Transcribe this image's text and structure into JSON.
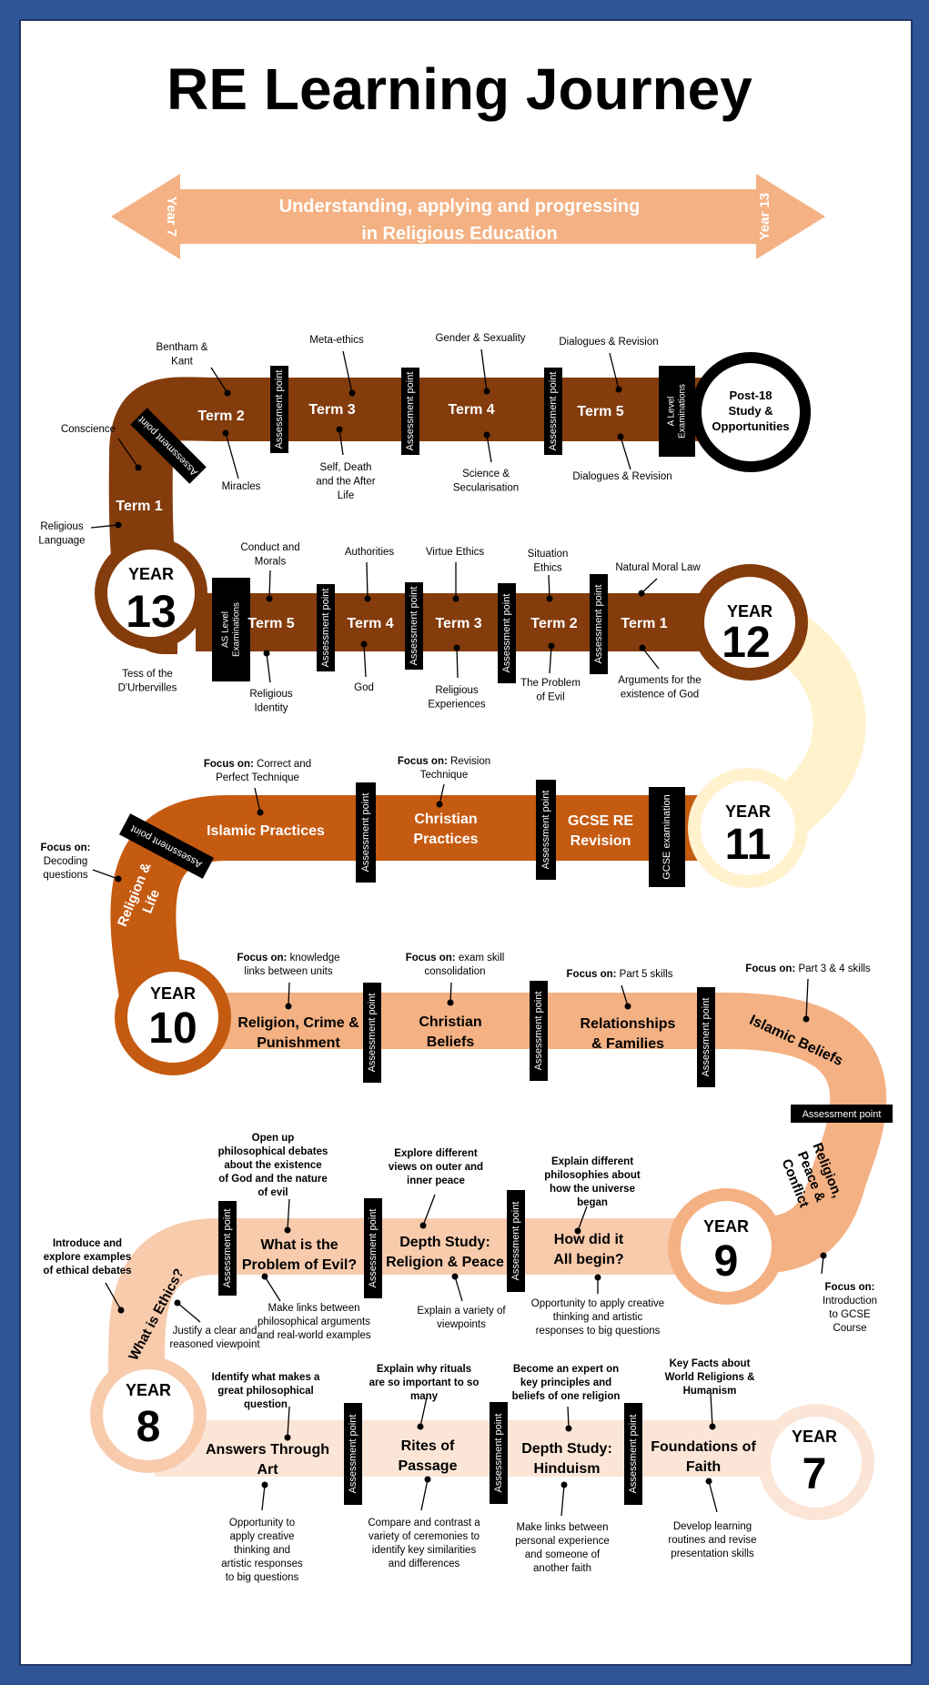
{
  "title": "RE Learning Journey",
  "arrow": {
    "line1": "Understanding, applying and progressing",
    "line2": "in Religious Education",
    "left_label": "Year 7",
    "right_label": "Year 13"
  },
  "years": {
    "y13": {
      "label": "YEAR",
      "number": "13"
    },
    "y12": {
      "label": "YEAR",
      "number": "12"
    },
    "y11": {
      "label": "YEAR",
      "number": "11"
    },
    "y10": {
      "label": "YEAR",
      "number": "10"
    },
    "y9": {
      "label": "YEAR",
      "number": "9"
    },
    "y8": {
      "label": "YEAR",
      "number": "8"
    },
    "y7": {
      "label": "YEAR",
      "number": "7"
    }
  },
  "post18": {
    "line1": "Post-18",
    "line2": "Study &",
    "line3": "Opportunities"
  },
  "assessment": "Assessment point",
  "exams": {
    "a_level1": "A Level",
    "a_level2": "Examinations",
    "as_level1": "AS Level",
    "as_level2": "Examinations",
    "gcse": "GCSE examination"
  },
  "focus_prefix": "Focus on:",
  "y13_path": {
    "term1": "Term 1",
    "term2": "Term 2",
    "term3": "Term 3",
    "term4": "Term 4",
    "term5": "Term 5",
    "religious_language": [
      "Religious",
      "Language"
    ],
    "conscience": "Conscience",
    "bentham": [
      "Bentham &",
      "Kant"
    ],
    "miracles": "Miracles",
    "meta_ethics": "Meta-ethics",
    "self_death": [
      "Self, Death",
      "and the After",
      "Life"
    ],
    "gender": "Gender & Sexuality",
    "science": [
      "Science &",
      "Secularisation"
    ],
    "dialogues_top": "Dialogues & Revision",
    "dialogues_bottom": "Dialogues & Revision"
  },
  "y12_path": {
    "term1": "Term 1",
    "term2": "Term 2",
    "term3": "Term 3",
    "term4": "Term 4",
    "term5": "Term 5",
    "tess": [
      "Tess of the",
      "D'Urbervilles"
    ],
    "conduct": [
      "Conduct and",
      "Morals"
    ],
    "religious_identity": [
      "Religious",
      "Identity"
    ],
    "authorities": "Authorities",
    "god": "God",
    "virtue": "Virtue Ethics",
    "religious_experiences": [
      "Religious",
      "Experiences"
    ],
    "situation": [
      "Situation",
      "Ethics"
    ],
    "problem_evil": [
      "The Problem",
      "of Evil"
    ],
    "natural_moral": "Natural Moral Law",
    "arguments": [
      "Arguments for the",
      "existence of God"
    ]
  },
  "y11_path": {
    "islamic_practices": "Islamic Practices",
    "christian_practices": [
      "Christian",
      "Practices"
    ],
    "gcse_revision": [
      "GCSE RE",
      "Revision"
    ],
    "religion_life": [
      "Religion &",
      "Life"
    ],
    "focus_decoding": [
      "Decoding",
      "questions"
    ],
    "focus_technique": [
      "Correct and",
      "Perfect Technique"
    ],
    "focus_revision": [
      "Revision",
      "Technique"
    ]
  },
  "y10_path": {
    "crime": [
      "Religion, Crime &",
      "Punishment"
    ],
    "christian_beliefs": [
      "Christian",
      "Beliefs"
    ],
    "relationships": [
      "Relationships",
      "& Families"
    ],
    "islamic_beliefs": "Islamic Beliefs",
    "focus_knowledge": [
      "knowledge",
      "links between units"
    ],
    "focus_exam": [
      "exam skill",
      "consolidation"
    ],
    "focus_part5": "Part 5 skills",
    "focus_part34": "Part 3 & 4 skills"
  },
  "y9_path": {
    "rpc": [
      "Religion,",
      "Peace &",
      "Conflict"
    ],
    "focus_intro": [
      "Introduction",
      "to GCSE",
      "Course"
    ],
    "how_begin": [
      "How did it",
      "All begin?"
    ],
    "explain_philosophies": [
      "Explain different",
      "philosophies about",
      "how the universe",
      "began"
    ],
    "opportunity": [
      "Opportunity to apply creative",
      "thinking and artistic",
      "responses to big questions"
    ],
    "depth_peace": [
      "Depth Study:",
      "Religion & Peace"
    ],
    "explore_views": [
      "Explore different",
      "views on outer and",
      "inner peace"
    ],
    "explain_variety": [
      "Explain a variety of",
      "viewpoints"
    ],
    "problem_evil": [
      "What is the",
      "Problem of Evil?"
    ],
    "open_up": [
      "Open up",
      "philosophical debates",
      "about the existence",
      "of God and the nature",
      "of evil"
    ],
    "make_links": [
      "Make links between",
      "philosophical arguments",
      "and real-world examples"
    ]
  },
  "y8_path": {
    "what_ethics": "What is Ethics?",
    "introduce": [
      "Introduce and",
      "explore examples",
      "of ethical debates"
    ],
    "justify": [
      "Justify a clear and",
      "reasoned viewpoint"
    ]
  },
  "y7_path": {
    "answers_art": [
      "Answers Through",
      "Art"
    ],
    "identify": [
      "Identify what makes a",
      "great philosophical",
      "question"
    ],
    "opportunity": [
      "Opportunity to",
      "apply creative",
      "thinking and",
      "artistic responses",
      "to big questions"
    ],
    "rites": [
      "Rites of",
      "Passage"
    ],
    "explain_rituals": [
      "Explain why rituals",
      "are so important to so",
      "many"
    ],
    "compare": [
      "Compare and contrast a",
      "variety of ceremonies to",
      "identify key similarities",
      "and differences"
    ],
    "hinduism": [
      "Depth Study:",
      "Hinduism"
    ],
    "expert": [
      "Become an expert on",
      "key principles and",
      "beliefs of one religion"
    ],
    "make_links": [
      "Make links between",
      "personal experience",
      "and someone of",
      "another faith"
    ],
    "foundations": [
      "Foundations of",
      "Faith"
    ],
    "key_facts": [
      "Key Facts about",
      "World Religions &",
      "Humanism"
    ],
    "develop": [
      "Develop learning",
      "routines and revise",
      "presentation skills"
    ]
  },
  "colors": {
    "dark_brown": "#843c0c",
    "mid_orange": "#c55a11",
    "light_orange": "#f4b183",
    "pale_peach": "#f8cbad",
    "faint_peach": "#fbe5d6",
    "cream": "#fff2cc",
    "navy": "#2f5597"
  }
}
